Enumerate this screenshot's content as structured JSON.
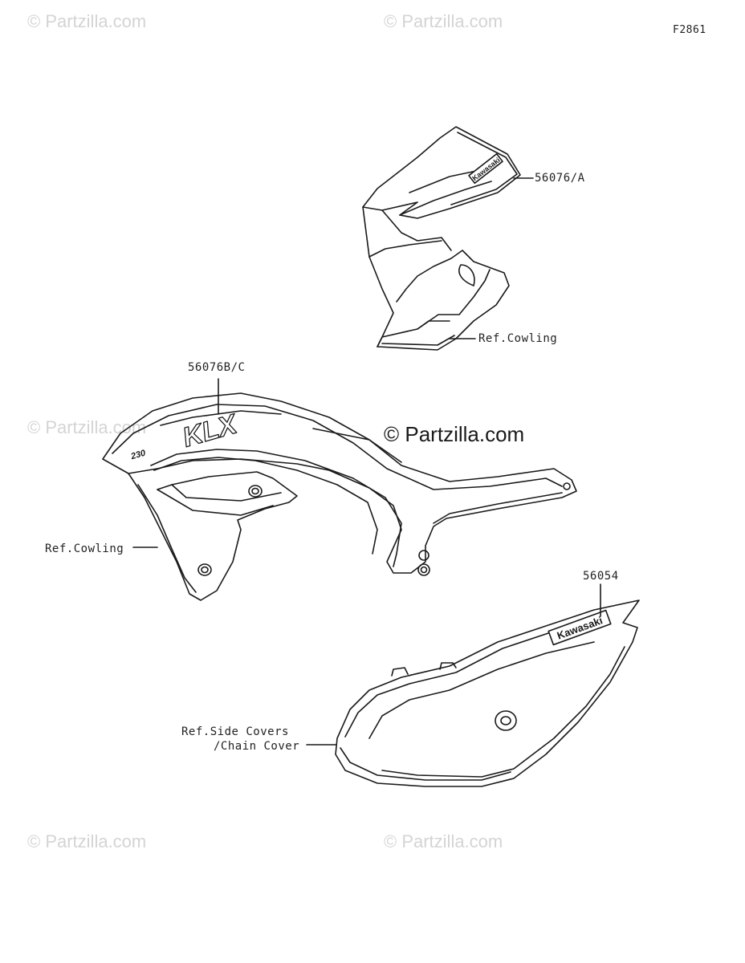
{
  "diagram_id": "F2861",
  "watermark": "© Partzilla.com",
  "watermark_main": "© Partzilla.com",
  "callouts": {
    "shroud_top_decal": "56076/A",
    "shroud_top_ref": "Ref.Cowling",
    "shroud_main_decal": "56076B/C",
    "shroud_main_ref": "Ref.Cowling",
    "side_cover_decal": "56054",
    "side_cover_ref_line1": "Ref.Side Covers",
    "side_cover_ref_line2": "/Chain Cover"
  },
  "decal_text": {
    "brand": "Kawasaki",
    "model": "KLX",
    "displacement": "230"
  },
  "colors": {
    "line": "#1a1a1a",
    "watermark": "#d4d4d4"
  }
}
